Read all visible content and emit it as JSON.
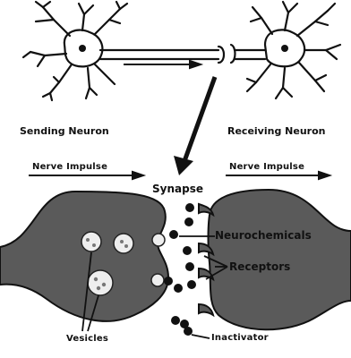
{
  "labels": {
    "sending_neuron": "Sending Neuron",
    "receiving_neuron": "Receiving Neuron",
    "nerve_impulse_left": "Nerve Impulse",
    "nerve_impulse_right": "Nerve Impulse",
    "synapse": "Synapse",
    "neurochemicals": "Neurochemicals",
    "receptors": "Receptors",
    "vesicles": "Vesicles",
    "inactivator": "Inactivator"
  },
  "colors": {
    "ink": "#111111",
    "paper": "#ffffff",
    "cell_fill": "#5a5a5a"
  }
}
